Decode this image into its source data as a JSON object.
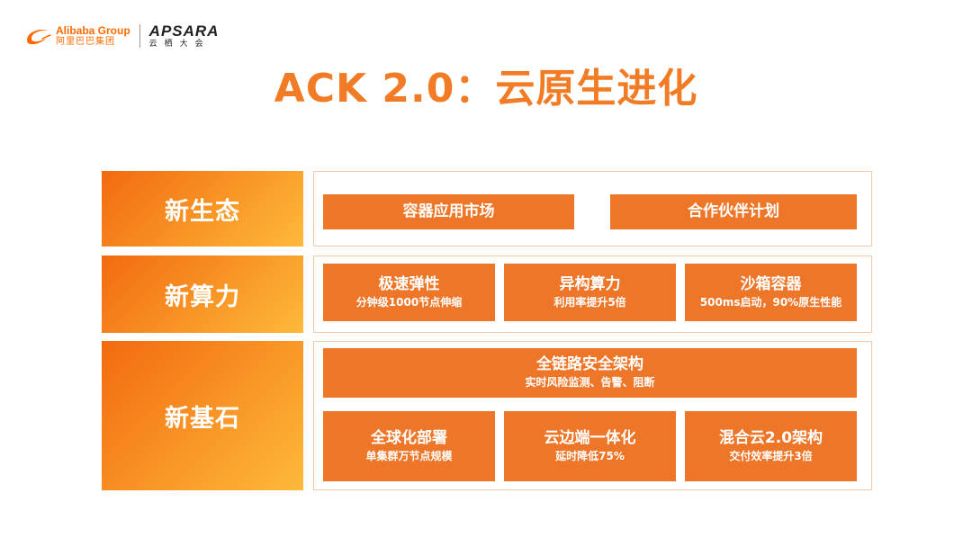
{
  "header": {
    "alibaba_en": "Alibaba Group",
    "alibaba_cn": "阿里巴巴集团",
    "apsara_en": "APSARA",
    "apsara_cn": "云栖大会"
  },
  "title": "ACK 2.0：云原生进化",
  "rows": [
    {
      "label": "新生态",
      "items": [
        {
          "title": "容器应用市场"
        },
        {
          "title": "合作伙伴计划"
        }
      ]
    },
    {
      "label": "新算力",
      "items": [
        {
          "title": "极速弹性",
          "subtitle": "分钟级1000节点伸缩"
        },
        {
          "title": "异构算力",
          "subtitle": "利用率提升5倍"
        },
        {
          "title": "沙箱容器",
          "subtitle": "500ms启动，90%原生性能"
        }
      ]
    },
    {
      "label": "新基石",
      "items": [
        {
          "title": "全链路安全架构",
          "subtitle": "实时风险监测、告警、阻断"
        },
        {
          "title": "全球化部署",
          "subtitle": "单集群万节点规模"
        },
        {
          "title": "云边端一体化",
          "subtitle": "延时降低75%"
        },
        {
          "title": "混合云2.0架构",
          "subtitle": "交付效率提升3倍"
        }
      ]
    }
  ],
  "colors": {
    "accent": "#f27c25",
    "box": "#ee7628",
    "panel_border": "#f4c8a8"
  }
}
